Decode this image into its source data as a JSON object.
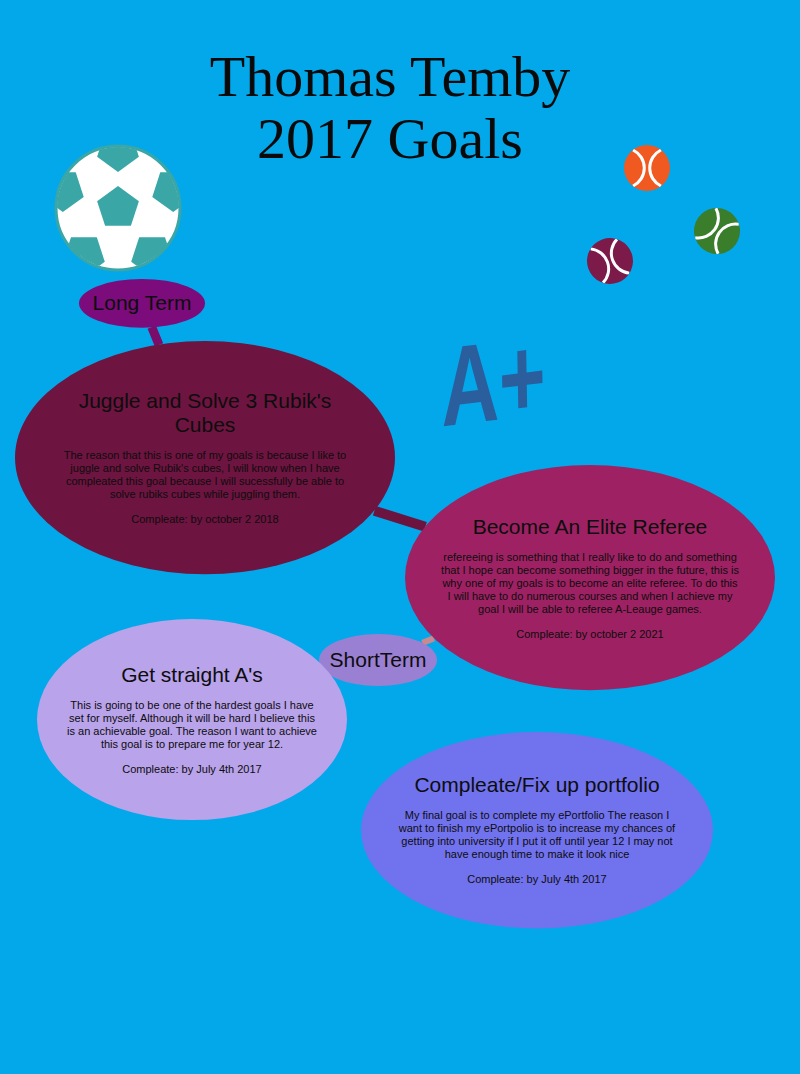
{
  "diagram": {
    "title": "Thomas Temby 2017 Goals",
    "nodes": [
      {
        "text": [
          "Long Term"
        ]
      },
      {
        "text": [
          "Juggle and Solve 3 Rubik's Cubes",
          "The reason that this is one of my goals is because I like to juggle and solve Rubik's cubes, I will know when I have compleated this goal because I will sucessfully be able to solve rubiks cubes while juggling them.",
          "Compleate: by october 2 2018"
        ]
      },
      {
        "text": [
          "Become An Elite Referee",
          "refereeing is something that I really like to do and something that I hope can become something bigger in the future, this is why one of my goals is to become an elite referee. To do this I will have to do numerous courses and when I achieve my goal I will be able to referee A-Leauge games.",
          "Compleate: by october 2 2021"
        ]
      },
      {
        "text": [
          "ShortTerm"
        ]
      },
      {
        "text": [
          "Get straight A's",
          "This is going to be one of the hardest goals I have set for myself. Although it will be hard I believe this is an achievable goal. The reason I want to achieve this goal is to prepare me for year 12.",
          "Compleate: by July 4th 2017"
        ]
      },
      {
        "text": [
          "Compleate/Fix up portfolio",
          "My final goal is to complete my ePortfolio The reason I want to finish my ePortpolio is to increase my chances of getting into university if I put it off until year 12 I may not have enough time to make it look nice",
          "Compleate: by July 4th 2017"
        ]
      }
    ],
    "edges": [
      {
        "from": 0,
        "to": 1,
        "arrow": "none"
      },
      {
        "from": 1,
        "to": 2,
        "arrow": "none"
      },
      {
        "from": 2,
        "to": 3,
        "arrow": "none"
      },
      {
        "from": 3,
        "to": 4,
        "arrow": "none"
      }
    ],
    "labels": [
      "A+"
    ]
  }
}
